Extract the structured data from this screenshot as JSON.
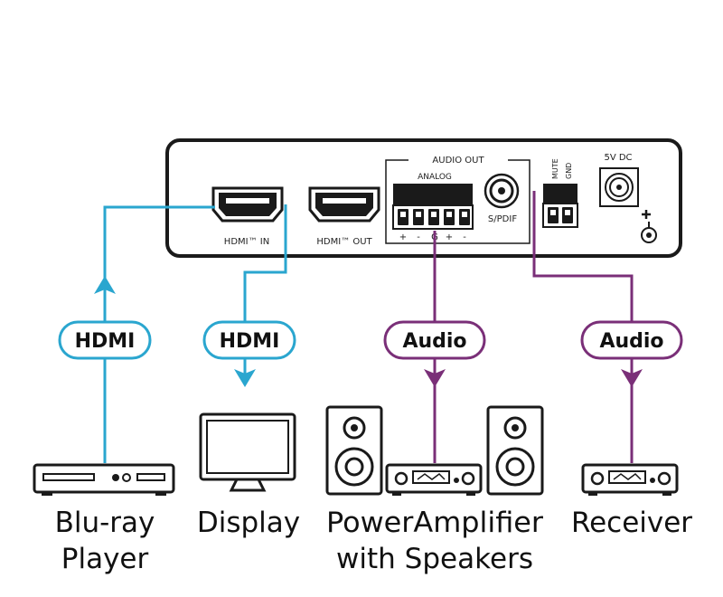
{
  "device": {
    "hdmi_in": "HDMI™ IN",
    "hdmi_out": "HDMI™ OUT",
    "audio_out": "AUDIO OUT",
    "analog": "ANALOG",
    "pins": [
      "+",
      "-",
      "G",
      "+",
      "-"
    ],
    "spdif": "S/PDIF",
    "mute": "MUTE",
    "gnd": "GND",
    "dc": "5V DC"
  },
  "cables": {
    "hdmi_in": "HDMI",
    "hdmi_out": "HDMI",
    "audio_analog": "Audio",
    "audio_spdif": "Audio"
  },
  "devices": {
    "bluray_line1": "Blu-ray",
    "bluray_line2": "Player",
    "display": "Display",
    "amp_line1": "PowerAmplifier",
    "amp_line2": "with Speakers",
    "receiver": "Receiver"
  },
  "colors": {
    "hdmi": "#2aa6cf",
    "audio": "#7a2f78",
    "outline": "#1a1a1a"
  }
}
